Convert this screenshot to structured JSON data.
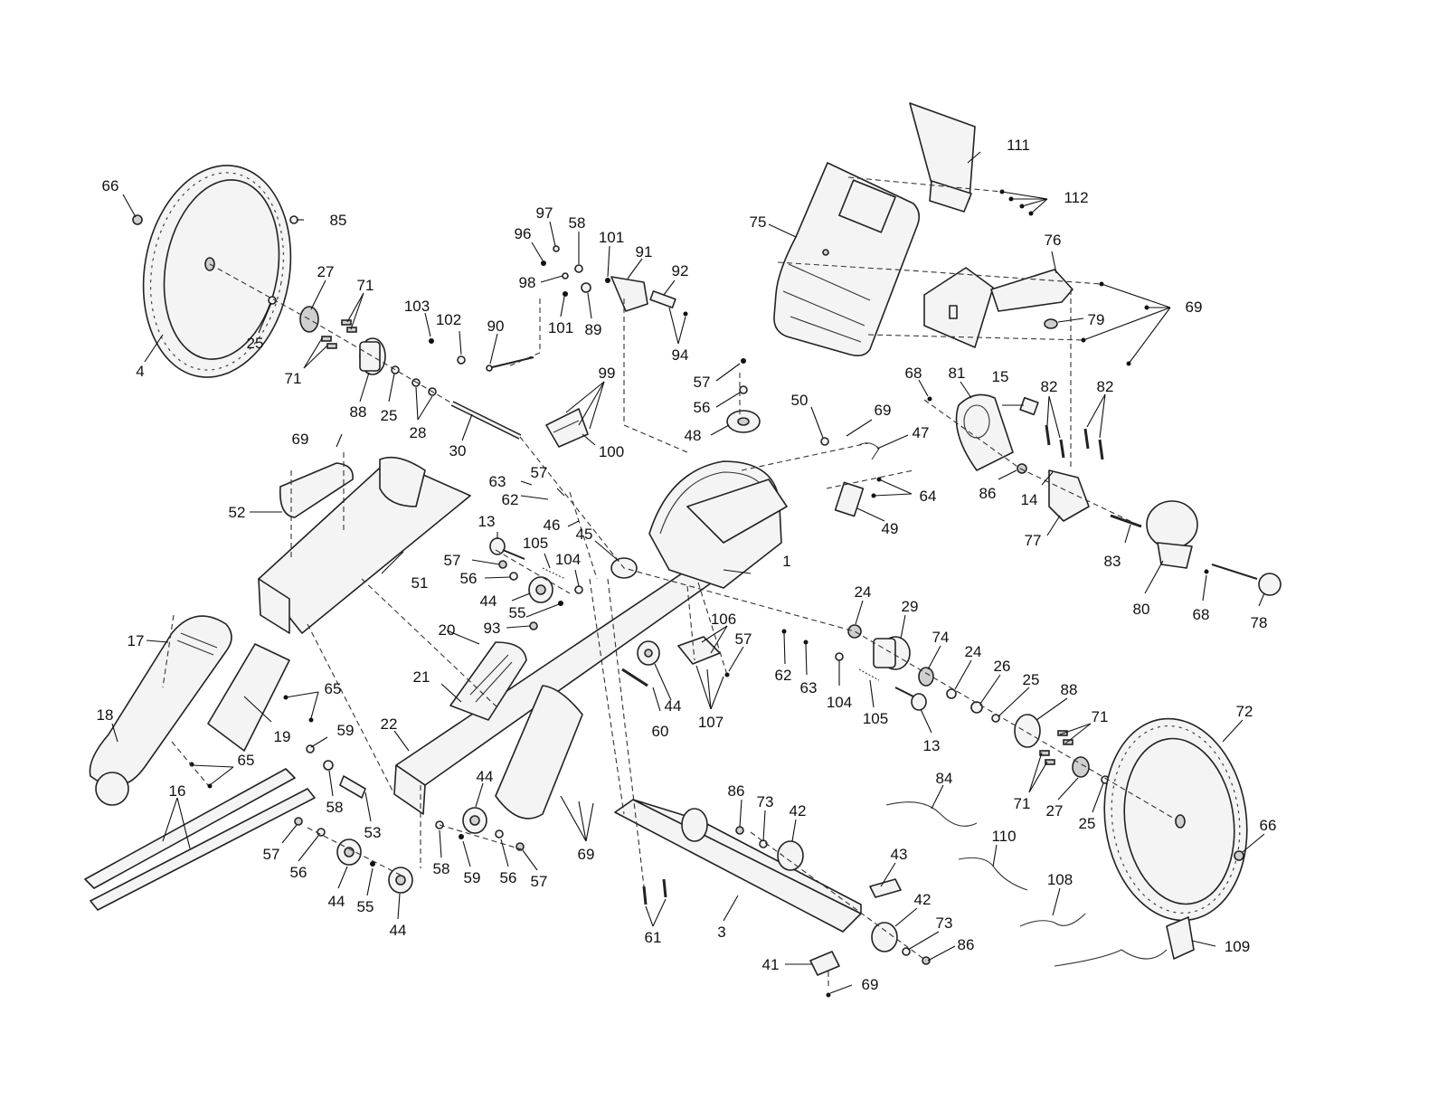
{
  "callouts": [
    {
      "id": "c66a",
      "text": "66"
    },
    {
      "id": "c85",
      "text": "85"
    },
    {
      "id": "c4",
      "text": "4"
    },
    {
      "id": "c25a",
      "text": "25"
    },
    {
      "id": "c27a",
      "text": "27"
    },
    {
      "id": "c71a",
      "text": "71"
    },
    {
      "id": "c71b",
      "text": "71"
    },
    {
      "id": "c88a",
      "text": "88"
    },
    {
      "id": "c25b",
      "text": "25"
    },
    {
      "id": "c28",
      "text": "28"
    },
    {
      "id": "c30",
      "text": "30"
    },
    {
      "id": "c103",
      "text": "103"
    },
    {
      "id": "c102",
      "text": "102"
    },
    {
      "id": "c90",
      "text": "90"
    },
    {
      "id": "c96",
      "text": "96"
    },
    {
      "id": "c97",
      "text": "97"
    },
    {
      "id": "c58a",
      "text": "58"
    },
    {
      "id": "c101a",
      "text": "101"
    },
    {
      "id": "c91",
      "text": "91"
    },
    {
      "id": "c92",
      "text": "92"
    },
    {
      "id": "c98",
      "text": "98"
    },
    {
      "id": "c101b",
      "text": "101"
    },
    {
      "id": "c89",
      "text": "89"
    },
    {
      "id": "c94",
      "text": "94"
    },
    {
      "id": "c99",
      "text": "99"
    },
    {
      "id": "c100",
      "text": "100"
    },
    {
      "id": "c57a",
      "text": "57"
    },
    {
      "id": "c56a",
      "text": "56"
    },
    {
      "id": "c48",
      "text": "48"
    },
    {
      "id": "c111",
      "text": "111"
    },
    {
      "id": "c112",
      "text": "112"
    },
    {
      "id": "c75",
      "text": "75"
    },
    {
      "id": "c76",
      "text": "76"
    },
    {
      "id": "c69a",
      "text": "69"
    },
    {
      "id": "c79",
      "text": "79"
    },
    {
      "id": "c68a",
      "text": "68"
    },
    {
      "id": "c81",
      "text": "81"
    },
    {
      "id": "c15",
      "text": "15"
    },
    {
      "id": "c82a",
      "text": "82"
    },
    {
      "id": "c82b",
      "text": "82"
    },
    {
      "id": "c86a",
      "text": "86"
    },
    {
      "id": "c14",
      "text": "14"
    },
    {
      "id": "c77",
      "text": "77"
    },
    {
      "id": "c83",
      "text": "83"
    },
    {
      "id": "c80",
      "text": "80"
    },
    {
      "id": "c68b",
      "text": "68"
    },
    {
      "id": "c78",
      "text": "78"
    },
    {
      "id": "c50",
      "text": "50"
    },
    {
      "id": "c69b",
      "text": "69"
    },
    {
      "id": "c47",
      "text": "47"
    },
    {
      "id": "c64",
      "text": "64"
    },
    {
      "id": "c49",
      "text": "49"
    },
    {
      "id": "c69c",
      "text": "69"
    },
    {
      "id": "c52",
      "text": "52"
    },
    {
      "id": "c51",
      "text": "51"
    },
    {
      "id": "c63a",
      "text": "63"
    },
    {
      "id": "c57b",
      "text": "57"
    },
    {
      "id": "c62a",
      "text": "62"
    },
    {
      "id": "c46",
      "text": "46"
    },
    {
      "id": "c45",
      "text": "45"
    },
    {
      "id": "c13a",
      "text": "13"
    },
    {
      "id": "c105a",
      "text": "105"
    },
    {
      "id": "c104a",
      "text": "104"
    },
    {
      "id": "c57c",
      "text": "57"
    },
    {
      "id": "c56b",
      "text": "56"
    },
    {
      "id": "c44a",
      "text": "44"
    },
    {
      "id": "c55a",
      "text": "55"
    },
    {
      "id": "c1",
      "text": "1"
    },
    {
      "id": "c93",
      "text": "93"
    },
    {
      "id": "c24a",
      "text": "24"
    },
    {
      "id": "c29",
      "text": "29"
    },
    {
      "id": "c17",
      "text": "17"
    },
    {
      "id": "c20",
      "text": "20"
    },
    {
      "id": "c106",
      "text": "106"
    },
    {
      "id": "c57d",
      "text": "57"
    },
    {
      "id": "c62b",
      "text": "62"
    },
    {
      "id": "c63b",
      "text": "63"
    },
    {
      "id": "c104b",
      "text": "104"
    },
    {
      "id": "c74",
      "text": "74"
    },
    {
      "id": "c24b",
      "text": "24"
    },
    {
      "id": "c26",
      "text": "26"
    },
    {
      "id": "c25c",
      "text": "25"
    },
    {
      "id": "c88b",
      "text": "88"
    },
    {
      "id": "c72",
      "text": "72"
    },
    {
      "id": "c105b",
      "text": "105"
    },
    {
      "id": "c65a",
      "text": "65"
    },
    {
      "id": "c21",
      "text": "21"
    },
    {
      "id": "c44b",
      "text": "44"
    },
    {
      "id": "c60",
      "text": "60"
    },
    {
      "id": "c107",
      "text": "107"
    },
    {
      "id": "c71c",
      "text": "71"
    },
    {
      "id": "c18",
      "text": "18"
    },
    {
      "id": "c19",
      "text": "19"
    },
    {
      "id": "c59a",
      "text": "59"
    },
    {
      "id": "c22",
      "text": "22"
    },
    {
      "id": "c13b",
      "text": "13"
    },
    {
      "id": "c65b",
      "text": "65"
    },
    {
      "id": "c84",
      "text": "84"
    },
    {
      "id": "c71d",
      "text": "71"
    },
    {
      "id": "c27b",
      "text": "27"
    },
    {
      "id": "c25d",
      "text": "25"
    },
    {
      "id": "c58b",
      "text": "58"
    },
    {
      "id": "c53",
      "text": "53"
    },
    {
      "id": "c16",
      "text": "16"
    },
    {
      "id": "c44c",
      "text": "44"
    },
    {
      "id": "c86b",
      "text": "86"
    },
    {
      "id": "c73a",
      "text": "73"
    },
    {
      "id": "c42a",
      "text": "42"
    },
    {
      "id": "c66b",
      "text": "66"
    },
    {
      "id": "c69d",
      "text": "69"
    },
    {
      "id": "c110",
      "text": "110"
    },
    {
      "id": "c43",
      "text": "43"
    },
    {
      "id": "c57e",
      "text": "57"
    },
    {
      "id": "c56c",
      "text": "56"
    },
    {
      "id": "c58c",
      "text": "58"
    },
    {
      "id": "c59b",
      "text": "59"
    },
    {
      "id": "c56d",
      "text": "56"
    },
    {
      "id": "c57f",
      "text": "57"
    },
    {
      "id": "c44d",
      "text": "44"
    },
    {
      "id": "c55b",
      "text": "55"
    },
    {
      "id": "c44e",
      "text": "44"
    },
    {
      "id": "c108",
      "text": "108"
    },
    {
      "id": "c3",
      "text": "3"
    },
    {
      "id": "c61",
      "text": "61"
    },
    {
      "id": "c42b",
      "text": "42"
    },
    {
      "id": "c73b",
      "text": "73"
    },
    {
      "id": "c86c",
      "text": "86"
    },
    {
      "id": "c109",
      "text": "109"
    },
    {
      "id": "c41",
      "text": "41"
    },
    {
      "id": "c69e",
      "text": "69"
    }
  ]
}
